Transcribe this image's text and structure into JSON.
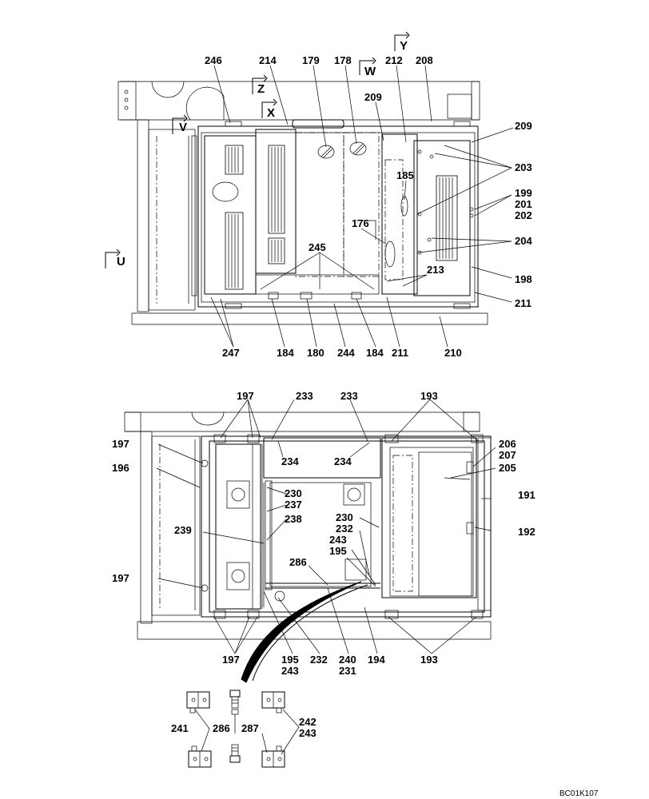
{
  "top_view": {
    "part_labels": [
      "246",
      "214",
      "179",
      "178",
      "212",
      "208",
      "209",
      "209",
      "203",
      "199",
      "201",
      "202",
      "185",
      "176",
      "204",
      "213",
      "198",
      "245",
      "211",
      "247",
      "184",
      "180",
      "244",
      "184",
      "211",
      "210"
    ],
    "view_markers": [
      "Y",
      "W",
      "Z",
      "X",
      "V",
      "U"
    ]
  },
  "bottom_view": {
    "part_labels": [
      "197",
      "233",
      "233",
      "193",
      "197",
      "206",
      "207",
      "205",
      "196",
      "234",
      "234",
      "191",
      "230",
      "237",
      "238",
      "230",
      "232",
      "192",
      "239",
      "243",
      "195",
      "286",
      "197",
      "197",
      "195",
      "232",
      "240",
      "194",
      "193",
      "243",
      "231"
    ]
  },
  "detail_view": {
    "part_labels": [
      "241",
      "286",
      "287",
      "242",
      "243"
    ]
  },
  "drawing_code": "BC01K107"
}
